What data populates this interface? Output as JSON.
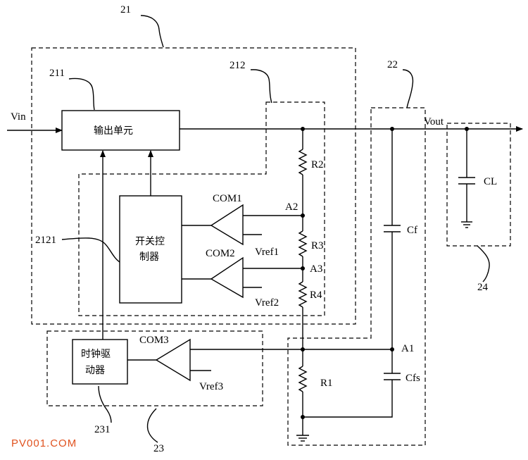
{
  "labels": {
    "block_21": "21",
    "block_211": "211",
    "block_212": "212",
    "block_22": "22",
    "block_2121": "2121",
    "block_24": "24",
    "block_231": "231",
    "block_23": "23",
    "vin": "Vin",
    "vout": "Vout",
    "output_unit": "输出单元",
    "switch_ctrl_line1": "开关控",
    "switch_ctrl_line2": "制器",
    "clock_drv_line1": "时钟驱",
    "clock_drv_line2": "动器",
    "com1": "COM1",
    "com2": "COM2",
    "com3": "COM3",
    "vref1": "Vref1",
    "vref2": "Vref2",
    "vref3": "Vref3",
    "r1": "R1",
    "r2": "R2",
    "r3": "R3",
    "r4": "R4",
    "a1": "A1",
    "a2": "A2",
    "a3": "A3",
    "cf": "Cf",
    "cfs": "Cfs",
    "cl": "CL"
  },
  "watermark": "PV001.COM"
}
